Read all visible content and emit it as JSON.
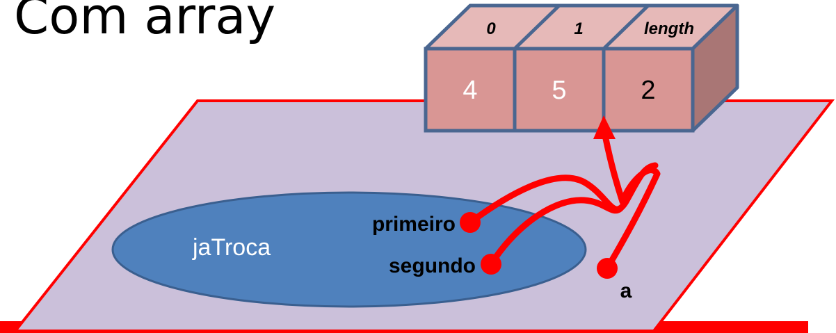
{
  "title": "Com array",
  "frame": {
    "method_name": "jaTroca",
    "variables": {
      "primeiro": "primeiro",
      "segundo": "segundo",
      "a": "a"
    }
  },
  "array": {
    "indices": [
      "0",
      "1",
      "length"
    ],
    "values": [
      "4",
      "5",
      "2"
    ]
  },
  "colors": {
    "plane_fill": "#cbc0da",
    "plane_stroke": "#ff0000",
    "ellipse_fill": "#4f81bd",
    "ellipse_stroke": "#3a5f8f",
    "cell_front": "#d99694",
    "cell_top": "#e6b9b8",
    "cell_side": "#a97675",
    "cell_stroke": "#4a6690",
    "reference": "#ff0000"
  }
}
